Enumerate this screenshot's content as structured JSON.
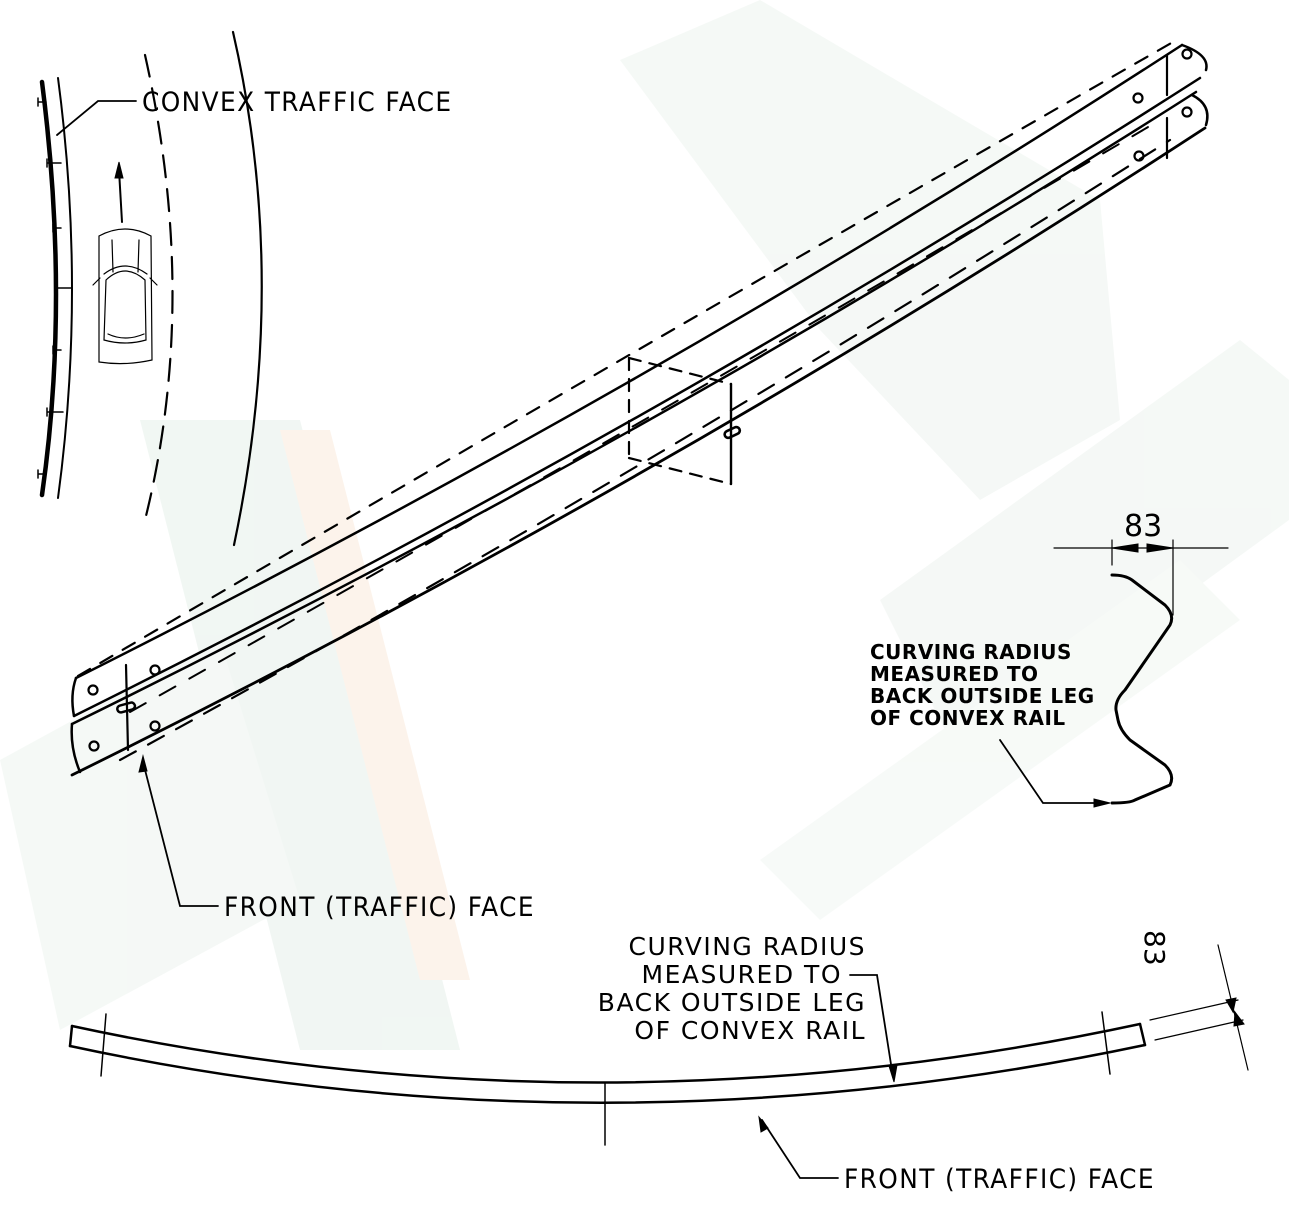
{
  "drawing": {
    "title": "Curved guardrail (W-beam) orientation detail",
    "colors": {
      "line": "#000000",
      "background": "#ffffff",
      "watermark_green": "#e8f1ec",
      "watermark_orange": "#fbeee3"
    }
  },
  "plan_view": {
    "convex_traffic_face_label": "CONVEX TRAFFIC FACE",
    "post_marker_glyph": "F",
    "post_marker_count": 7,
    "vehicle": "car-top-view",
    "direction_arrow": "up"
  },
  "isometric_view": {
    "front_face_label": "FRONT (TRAFFIC) FACE"
  },
  "section_detail": {
    "dimension_value": "83",
    "callout_lines": [
      "CURVING RADIUS",
      "MEASURED TO",
      "BACK OUTSIDE LEG",
      "OF CONVEX RAIL"
    ]
  },
  "plan_rail_view": {
    "dimension_value": "83",
    "callout_lines": [
      "CURVING RADIUS",
      "MEASURED TO",
      "BACK OUTSIDE LEG",
      "OF CONVEX RAIL"
    ],
    "front_face_label": "FRONT (TRAFFIC) FACE"
  }
}
